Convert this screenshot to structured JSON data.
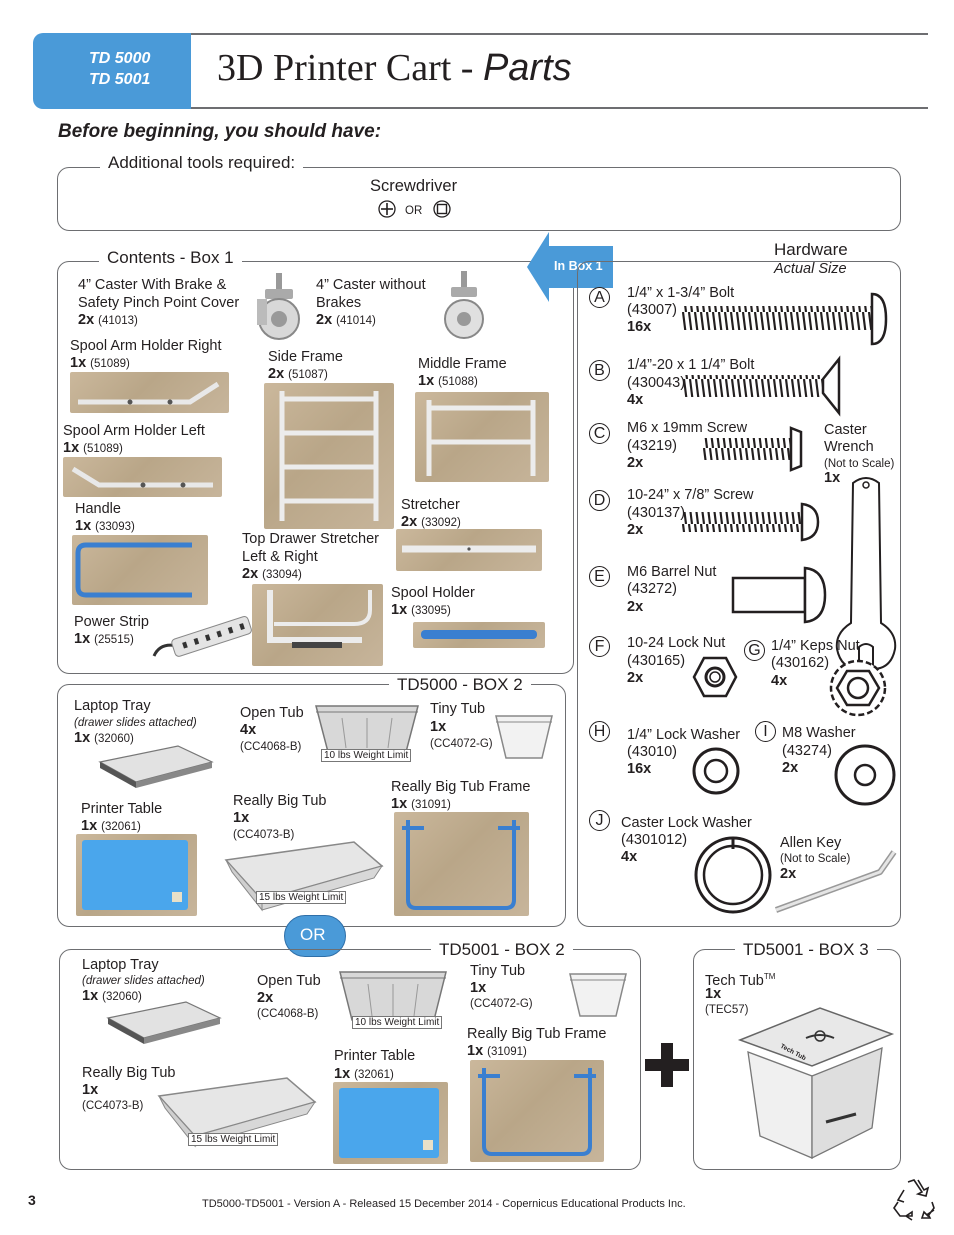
{
  "header": {
    "model_line1": "TD 5000",
    "model_line2": "TD 5001",
    "title_main": "3D Printer Cart - ",
    "title_italic": "Parts"
  },
  "subtitle": "Before beginning, you should have:",
  "tools": {
    "title": "Additional tools required:",
    "item": "Screwdriver",
    "or": "OR"
  },
  "box1": {
    "title": "Contents - Box 1",
    "arrow": "In Box 1",
    "items": {
      "caster_brake": {
        "l1": "4” Caster With Brake &",
        "l2": "Safety Pinch Point Cover",
        "qty": "2x",
        "code": "(41013)"
      },
      "caster_nobrake": {
        "l1": "4” Caster without",
        "l2": "Brakes",
        "qty": "2x",
        "code": "(41014)"
      },
      "spool_right": {
        "name": "Spool Arm Holder Right",
        "qty": "1x",
        "code": "(51089)"
      },
      "side_frame": {
        "name": "Side Frame",
        "qty": "2x",
        "code": "(51087)"
      },
      "middle_frame": {
        "name": "Middle Frame",
        "qty": "1x",
        "code": "(51088)"
      },
      "spool_left": {
        "name": "Spool Arm Holder Left",
        "qty": "1x",
        "code": "(51089)"
      },
      "handle": {
        "name": "Handle",
        "qty": "1x",
        "code": "(33093)"
      },
      "stretcher": {
        "name": "Stretcher",
        "qty": "2x",
        "code": "(33092)"
      },
      "top_drawer": {
        "l1": "Top Drawer Stretcher",
        "l2": "Left & Right",
        "qty": "2x",
        "code": "(33094)"
      },
      "spool_holder": {
        "name": "Spool Holder",
        "qty": "1x",
        "code": "(33095)"
      },
      "power_strip": {
        "name": "Power Strip",
        "qty": "1x",
        "code": "(25515)"
      }
    }
  },
  "hardware": {
    "title": "Hardware",
    "subtitle": "Actual Size",
    "items": {
      "A": {
        "letter": "A",
        "name": "1/4” x 1-3/4” Bolt",
        "code": "(43007)",
        "qty": "16x"
      },
      "B": {
        "letter": "B",
        "name": "1/4”-20 x 1 1/4” Bolt",
        "code": "(430043)",
        "qty": "4x"
      },
      "C": {
        "letter": "C",
        "name": "M6 x 19mm Screw",
        "code": "(43219)",
        "qty": "2x"
      },
      "D": {
        "letter": "D",
        "name": "10-24” x 7/8” Screw",
        "code": "(430137)",
        "qty": "2x"
      },
      "E": {
        "letter": "E",
        "name": "M6 Barrel Nut",
        "code": "(43272)",
        "qty": "2x"
      },
      "F": {
        "letter": "F",
        "name": "10-24 Lock Nut",
        "code": "(430165)",
        "qty": "2x"
      },
      "G": {
        "letter": "G",
        "name": "1/4” Keps Nut",
        "code": "(430162)",
        "qty": "4x"
      },
      "H": {
        "letter": "H",
        "name": "1/4” Lock Washer",
        "code": "(43010)",
        "qty": "16x"
      },
      "I": {
        "letter": "I",
        "name": "M8 Washer",
        "code": "(43274)",
        "qty": "2x"
      },
      "J": {
        "letter": "J",
        "name": "Caster Lock Washer",
        "code": "(4301012)",
        "qty": "4x"
      }
    },
    "wrench": {
      "l1": "Caster",
      "l2": "Wrench",
      "note": "(Not to Scale)",
      "qty": "1x"
    },
    "allen": {
      "name": "Allen Key",
      "note": "(Not to Scale)",
      "qty": "2x"
    }
  },
  "box2_td5000": {
    "title": "TD5000 - BOX 2",
    "laptop_tray": {
      "name": "Laptop Tray",
      "note": "(drawer slides attached)",
      "qty": "1x",
      "code": "(32060)"
    },
    "open_tub": {
      "name": "Open Tub",
      "qty": "4x",
      "code": "(CC4068-B)",
      "limit": "10 lbs Weight Limit"
    },
    "tiny_tub": {
      "name": "Tiny Tub",
      "qty": "1x",
      "code": "(CC4072-G)"
    },
    "printer_table": {
      "name": "Printer Table",
      "qty": "1x",
      "code": "(32061)"
    },
    "really_big_tub": {
      "name": "Really Big Tub",
      "qty": "1x",
      "code": "(CC4073-B)",
      "limit": "15 lbs Weight Limit"
    },
    "tub_frame": {
      "name": "Really Big Tub Frame",
      "qty": "1x",
      "code": "(31091)"
    }
  },
  "or_label": "OR",
  "box2_td5001": {
    "title": "TD5001 - BOX 2",
    "laptop_tray": {
      "name": "Laptop Tray",
      "note": "(drawer slides attached)",
      "qty": "1x",
      "code": "(32060)"
    },
    "open_tub": {
      "name": "Open Tub",
      "qty": "2x",
      "code": "(CC4068-B)",
      "limit": "10 lbs Weight Limit"
    },
    "tiny_tub": {
      "name": "Tiny Tub",
      "qty": "1x",
      "code": "(CC4072-G)"
    },
    "printer_table": {
      "name": "Printer Table",
      "qty": "1x",
      "code": "(32061)"
    },
    "really_big_tub": {
      "name": "Really Big Tub",
      "qty": "1x",
      "code": "(CC4073-B)",
      "limit": "15 lbs Weight Limit"
    },
    "tub_frame": {
      "name": "Really Big Tub Frame",
      "qty": "1x",
      "code": "(31091)"
    }
  },
  "box3_td5001": {
    "title": "TD5001 - BOX 3",
    "tech_tub": {
      "name": "Tech Tub",
      "tm": "TM",
      "qty": "1x",
      "code": "(TEC57)",
      "lid_text": "Tech Tub"
    }
  },
  "footer": {
    "page": "3",
    "text": "TD5000-TD5001 - Version A - Released 15 December 2014 - Copernicus Educational Products Inc."
  },
  "colors": {
    "accent": "#4a9ad8",
    "border": "#6d6e71",
    "frame_blue": "#3a7fd0"
  }
}
